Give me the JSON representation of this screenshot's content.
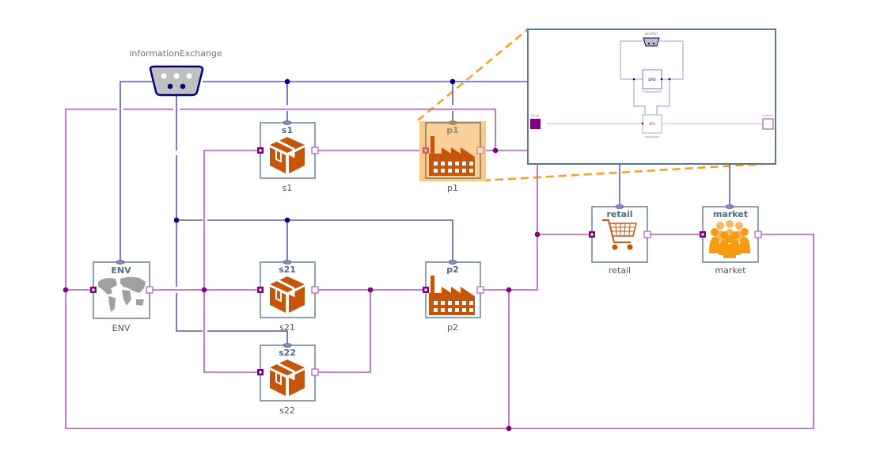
{
  "diagram": {
    "bus_label": "informationExchange",
    "components": [
      {
        "id": "s1",
        "title": "s1",
        "caption": "s1",
        "icon": "box-icon"
      },
      {
        "id": "p1",
        "title": "p1",
        "caption": "p1",
        "icon": "factory-icon",
        "selected": true
      },
      {
        "id": "ENV",
        "title": "ENV",
        "caption": "ENV",
        "icon": "world-map-icon"
      },
      {
        "id": "s21",
        "title": "s21",
        "caption": "s21",
        "icon": "box-icon"
      },
      {
        "id": "p2",
        "title": "p2",
        "caption": "p2",
        "icon": "factory-icon"
      },
      {
        "id": "s22",
        "title": "s22",
        "caption": "s22",
        "icon": "box-icon"
      },
      {
        "id": "retail",
        "title": "retail",
        "caption": "retail",
        "icon": "shopping-cart-icon"
      },
      {
        "id": "market",
        "title": "market",
        "caption": "market",
        "icon": "people-group-icon"
      }
    ],
    "inset": {
      "data_port_label": "dataPort",
      "management_title": "DMU",
      "management_caption": "management",
      "operations_title": "OPS",
      "operations_caption": "operations",
      "inflow_label": "inflow",
      "outflow_label": "outflow"
    },
    "colors": {
      "data_line": "#5b5bab",
      "data_dot": "#000080",
      "flow_line": "#b05cb8",
      "flow_dot": "#800080",
      "box_border": "#6f8aa0",
      "icon_orange": "#c4550a",
      "highlight": "#f7c98a",
      "zoom_dash": "#f5a020"
    }
  }
}
